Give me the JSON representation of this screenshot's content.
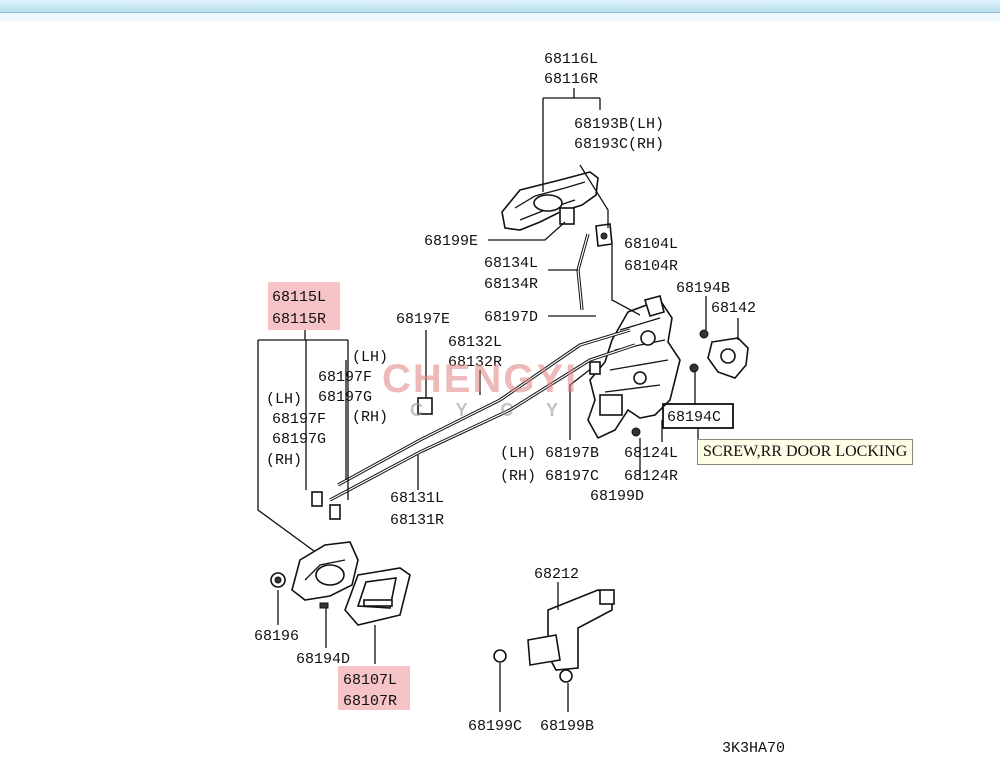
{
  "labels": {
    "p68116": [
      "68116L",
      "68116R"
    ],
    "p68193": [
      "68193B(LH)",
      "68193C(RH)"
    ],
    "p68199E": "68199E",
    "p68104": [
      "68104L",
      "68104R"
    ],
    "p68134": [
      "68134L",
      "68134R"
    ],
    "p68194B": "68194B",
    "p68142": "68142",
    "p68115": [
      "68115L",
      "68115R"
    ],
    "p68197E": "68197E",
    "p68197D": "68197D",
    "p68132": [
      "68132L",
      "68132R"
    ],
    "p68197FG_right": [
      "(LH)",
      "68197F",
      "68197G",
      "(RH)"
    ],
    "p68197FG_left": [
      "(LH)",
      "68197F",
      "68197G",
      "(RH)"
    ],
    "p68194C": "68194C",
    "p68197BC": [
      "(LH) 68197B",
      "(RH) 68197C"
    ],
    "p68124": [
      "68124L",
      "68124R"
    ],
    "p68199D": "68199D",
    "p68131": [
      "68131L",
      "68131R"
    ],
    "p68212": "68212",
    "p68196": "68196",
    "p68194D": "68194D",
    "p68107": [
      "68107L",
      "68107R"
    ],
    "p68199C": "68199C",
    "p68199B": "68199B",
    "ref_code": "3K3HA70"
  },
  "tooltip": "SCREW,RR DOOR LOCKING",
  "watermark": {
    "brand": "CHENGYI",
    "sub": "C Y C Y",
    "color": "#e08080"
  },
  "highlight_color": "#f6c3c6"
}
